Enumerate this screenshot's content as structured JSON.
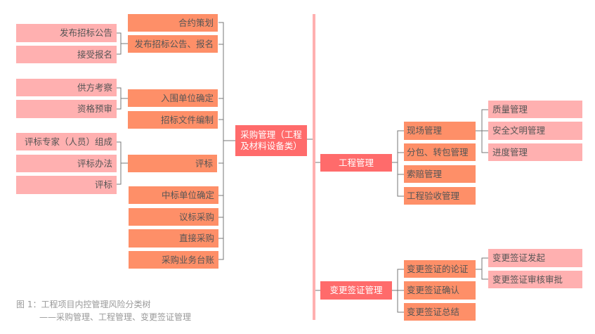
{
  "procurement": {
    "root": "采购管理（工程及材料设备类）",
    "children": [
      "合约策划",
      "发布招标公告、报名",
      "入围单位确定",
      "招标文件编制",
      "评标",
      "中标单位确定",
      "议标采购",
      "直接采购",
      "采购业务台账"
    ],
    "sub_announce": [
      "发布招标公告",
      "接受报名"
    ],
    "sub_shortlist": [
      "供方考察",
      "资格预审"
    ],
    "sub_evaluation": [
      "评标专家（人员）组成",
      "评标办法",
      "评标"
    ]
  },
  "engineering": {
    "root": "工程管理",
    "children": [
      "现场管理",
      "分包、转包管理",
      "索赔管理",
      "工程验收管理"
    ],
    "sub_site": [
      "质量管理",
      "安全文明管理",
      "进度管理"
    ]
  },
  "change": {
    "root": "变更签证管理",
    "children": [
      "变更签证的论证",
      "变更签证确认",
      "变更签证总结"
    ],
    "sub_argument": [
      "变更签证发起",
      "变更签证审核审批"
    ]
  },
  "caption": {
    "line1": "图 1：工程项目内控管理风险分类树",
    "line2": "——采购管理、工程管理、变更签证管理"
  },
  "colors": {
    "level2": "#fe8f68",
    "leaf": "#ffb0b0",
    "root": "#ff6b6b",
    "divider": "#ffb0b0",
    "line": "#777777"
  }
}
